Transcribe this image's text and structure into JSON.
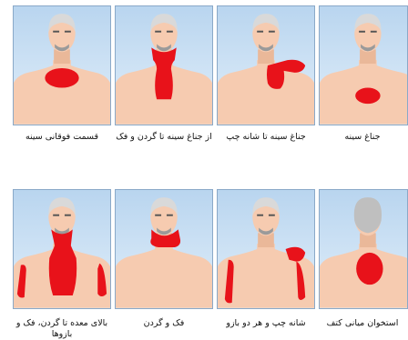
{
  "panels": [
    {
      "id": "upper-chest",
      "caption": "قسمت فوقانی سینه"
    },
    {
      "id": "chest-to-neck-jaw",
      "caption": "از جناغ سینه تا گردن و فک"
    },
    {
      "id": "chest-to-left-shoulder",
      "caption": "جناغ سینه تا شانه چپ"
    },
    {
      "id": "sternum",
      "caption": "جناغ سینه"
    },
    {
      "id": "epigastric-to-neck-jaw-arms",
      "caption": "بالای معده تا گردن، فک و بازوها"
    },
    {
      "id": "jaw-and-neck",
      "caption": "فک و گردن"
    },
    {
      "id": "left-shoulder-and-both-arms",
      "caption": "شانه چپ و هر دو بازو"
    },
    {
      "id": "between-shoulder-blades",
      "caption": "استخوان میانی کتف"
    }
  ],
  "colors": {
    "pain": "#e8121a",
    "skin": "#f6cbb0",
    "panel_bg": "#c6ddf2",
    "hair": "#d9d9d9"
  }
}
